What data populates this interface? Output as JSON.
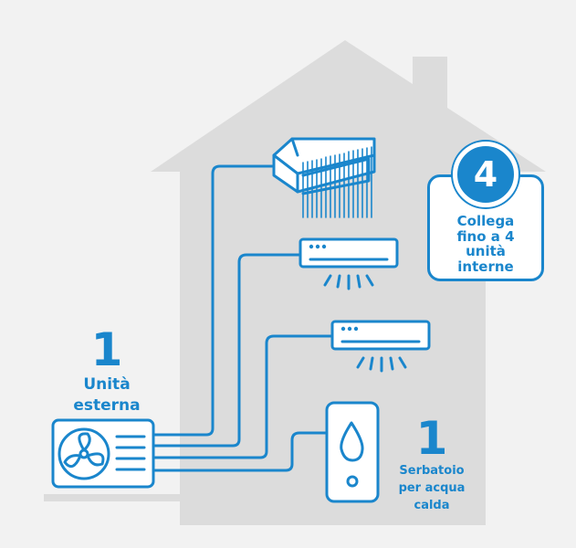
{
  "outdoor_unit": {
    "count": "1",
    "label_line1": "Unità",
    "label_line2": "esterna"
  },
  "indoor_units": {
    "count": "4",
    "line1": "Collega",
    "line2": "fino a 4",
    "line3": "unità",
    "line4": "interne"
  },
  "water_tank": {
    "count": "1",
    "line1": "Serbatoio",
    "line2": "per acqua",
    "line3": "calda"
  },
  "colors": {
    "accent": "#1a86cc",
    "house": "#dcdcdc",
    "background": "#f2f2f2",
    "unit_fill": "#ffffff"
  }
}
